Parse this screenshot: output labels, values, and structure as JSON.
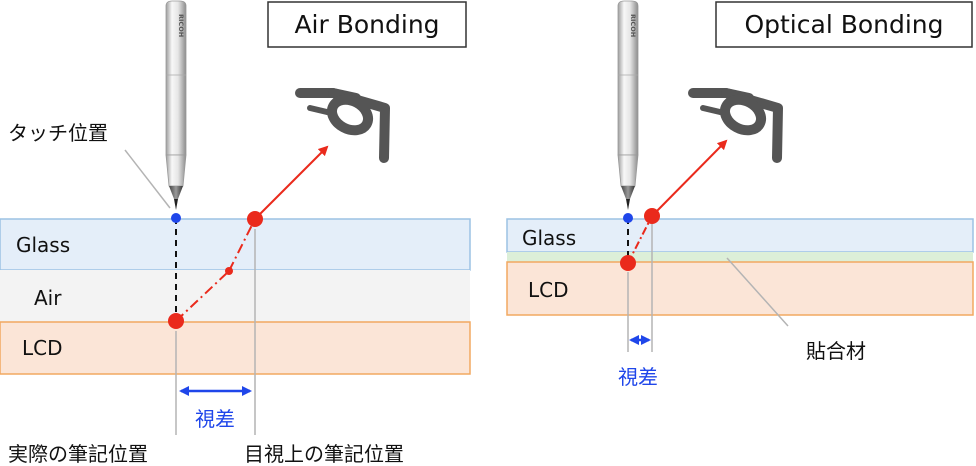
{
  "left_panel": {
    "title": "Air Bonding",
    "layers": {
      "glass": "Glass",
      "air": "Air",
      "lcd": "LCD"
    },
    "pen_brand": "RICOH",
    "touch_label": "タッチ位置",
    "parallax_label": "視差",
    "actual_position_label": "実際の筆記位置",
    "visual_position_label": "目視上の筆記位置"
  },
  "right_panel": {
    "title": "Optical Bonding",
    "layers": {
      "glass": "Glass",
      "lcd": "LCD"
    },
    "pen_brand": "RICOH",
    "adhesive_label": "貼合材",
    "parallax_label": "視差"
  },
  "colors": {
    "glass": "#e4eef9",
    "glass_border": "#9cc2e4",
    "air": "#f3f3f3",
    "lcd": "#fbe5d7",
    "lcd_border": "#f2a860",
    "adhesive": "#dcefd8",
    "ray": "#ea2a1c",
    "touch_point": "#1f46ea",
    "parallax": "#1f46ea",
    "guide_line": "#b4b4b4"
  }
}
